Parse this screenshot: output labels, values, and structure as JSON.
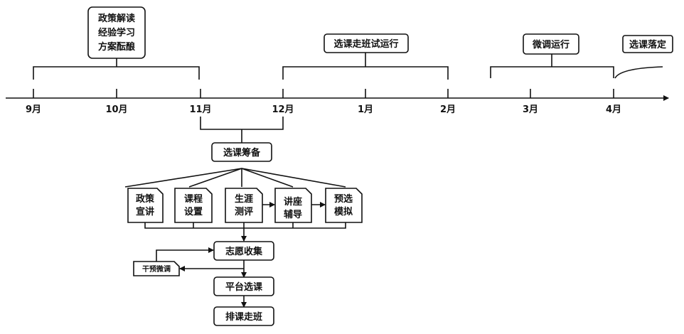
{
  "timeline": {
    "months": [
      "9月",
      "10月",
      "11月",
      "12月",
      "1月",
      "2月",
      "3月",
      "4月"
    ]
  },
  "phases": {
    "prep_lines": [
      "政策解读",
      "经验学习",
      "方案酝酿"
    ],
    "trial": "选课走班试运行",
    "tune": "微调运行",
    "final": "选课落定"
  },
  "flow": {
    "prep": "选课筹备",
    "docs": [
      [
        "政策",
        "宣讲"
      ],
      [
        "课程",
        "设置"
      ],
      [
        "生涯",
        "测评"
      ],
      [
        "讲座",
        "辅导"
      ],
      [
        "预选",
        "模拟"
      ]
    ],
    "collect": "志愿收集",
    "intervene": "干预微调",
    "platform": "平台选课",
    "schedule": "排课走班"
  }
}
